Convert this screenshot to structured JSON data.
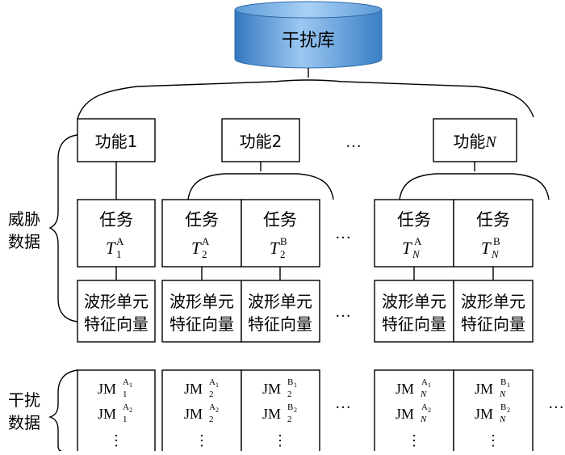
{
  "database": {
    "label": "干扰库",
    "color": "#3f88cf"
  },
  "functions": {
    "f1": "功能1",
    "f2": "功能2",
    "fn_prefix": "功能",
    "fn_suffix": "N",
    "ellipsis": "…"
  },
  "side_labels": {
    "threat_l1": "威胁",
    "threat_l2": "数据",
    "jam_l1": "干扰",
    "jam_l2": "数据"
  },
  "task": {
    "label": "任务",
    "symbol": "T",
    "items": [
      {
        "sub": "1",
        "sup": "A"
      },
      {
        "sub": "2",
        "sup": "A"
      },
      {
        "sub": "2",
        "sup": "B"
      },
      {
        "sub": "N",
        "sup": "A"
      },
      {
        "sub": "N",
        "sup": "B"
      }
    ]
  },
  "waveform": {
    "line1": "波形单元",
    "line2": "特征向量"
  },
  "jm": {
    "base": "JM",
    "items": [
      {
        "sub": "1",
        "sup1": "A",
        "sup1_sub": "1",
        "sup2": "A",
        "sup2_sub": "2"
      },
      {
        "sub": "2",
        "sup1": "A",
        "sup1_sub": "1",
        "sup2": "A",
        "sup2_sub": "2"
      },
      {
        "sub": "2",
        "sup1": "B",
        "sup1_sub": "1",
        "sup2": "B",
        "sup2_sub": "2"
      },
      {
        "sub": "N",
        "sup1": "A",
        "sup1_sub": "1",
        "sup2": "A",
        "sup2_sub": "2"
      },
      {
        "sub": "N",
        "sup1": "B",
        "sup1_sub": "1",
        "sup2": "B",
        "sup2_sub": "2"
      }
    ],
    "vdots": "⋮"
  }
}
